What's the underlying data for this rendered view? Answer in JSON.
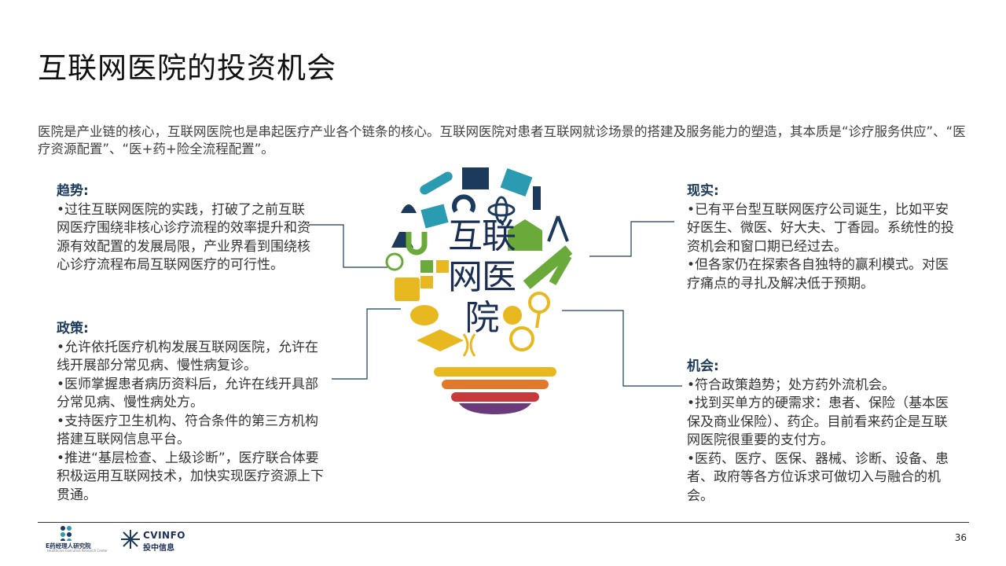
{
  "title": "互联网医院的投资机会",
  "intro": "医院是产业链的核心，互联网医院也是串起医疗产业各个链条的核心。互联网医院对患者互联网就诊场景的搭建及服务能力的塑造，其本质是“诊疗服务供应”、“医疗资源配置”、“医+药+险全流程配置”。",
  "center_label": "互联网医院",
  "trend": {
    "heading": "趋势:",
    "lines": [
      "•过往互联网医院的实践，打破了之前互联网医疗围绕非核心诊疗流程的效率提升和资源有效配置的发展局限，产业界看到围绕核心诊疗流程布局互联网医疗的可行性。"
    ]
  },
  "policy": {
    "heading": "政策:",
    "lines": [
      "•允许依托医疗机构发展互联网医院，允许在线开展部分常见病、慢性病复诊。",
      "•医师掌握患者病历资料后，允许在线开具部分常见病、慢性病处方。",
      "•支持医疗卫生机构、符合条件的第三方机构搭建互联网信息平台。",
      "•推进“基层检查、上级诊断”，医疗联合体要积极运用互联网技术，加快实现医疗资源上下贯通。"
    ]
  },
  "reality": {
    "heading": "现实:",
    "lines": [
      "•已有平台型互联网医疗公司诞生，比如平安好医生、微医、好大夫、丁香园。系统性的投资机会和窗口期已经过去。",
      "•但各家仍在探索各自独特的赢利模式。对医疗痛点的寻扎及解决低于预期。"
    ]
  },
  "opportunity": {
    "heading": "机会:",
    "lines": [
      "•符合政策趋势；处方药外流机会。",
      "•找到买单方的硬需求：患者、保险（基本医保及商业保险）、药企。目前看来药企是互联网医院很重要的支付方。",
      "•医药、医疗、医保、器械、诊断、设备、患者、政府等各方位诉求可做切入与融合的机会。"
    ]
  },
  "footer": {
    "logo1_text": "E药经理人研究院",
    "logo1_sub": "Healthcare Executive Research Center",
    "logo2_brand": "CVINFO",
    "logo2_cn": "投中信息",
    "page_number": "36"
  },
  "colors": {
    "navy": "#1b3a5c",
    "teal": "#2a9bb0",
    "green": "#6aaa3a",
    "yellow": "#e8b820",
    "orange": "#e07a2a",
    "red": "#c8393c",
    "purple": "#6a3a7a"
  }
}
